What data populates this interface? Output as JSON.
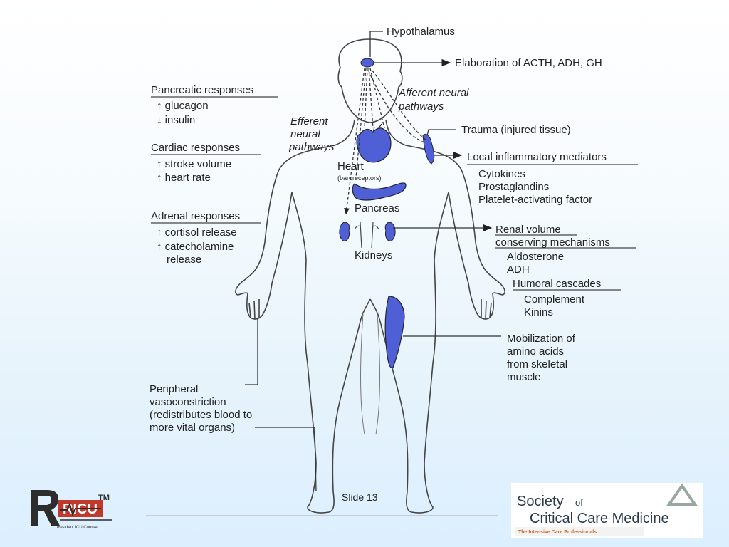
{
  "labels": {
    "hypothalamus": "Hypothalamus",
    "elaboration": "Elaboration of ACTH, ADH, GH",
    "afferent": [
      "Afferent neural",
      "pathways"
    ],
    "efferent": [
      "Efferent",
      "neural",
      "pathways"
    ],
    "trauma": "Trauma (injured tissue)",
    "local_inflammatory": "Local inflammatory mediators",
    "local_items": [
      "Cytokines",
      "Prostaglandins",
      "Platelet-activating factor"
    ],
    "heart": "Heart",
    "baroreceptors": "(baroreceptors)",
    "pancreas": "Pancreas",
    "kidneys": "Kidneys",
    "renal": [
      "Renal volume",
      "conserving mechanisms"
    ],
    "renal_items": [
      "Aldosterone",
      "ADH"
    ],
    "humoral": "Humoral cascades",
    "humoral_items": [
      "Complement",
      "Kinins"
    ],
    "mobilization": [
      "Mobilization of",
      "amino acids",
      "from skeletal",
      "muscle"
    ],
    "pancreatic_heading": "Pancreatic responses",
    "pancreatic_items": [
      "↑ glucagon",
      "↓ insulin"
    ],
    "cardiac_heading": "Cardiac responses",
    "cardiac_items": [
      "↑ stroke volume",
      "↑ heart rate"
    ],
    "adrenal_heading": "Adrenal responses",
    "adrenal_items": [
      "↑ cortisol release",
      "↑ catecholamine",
      "release"
    ],
    "peripheral": [
      "Peripheral",
      "vasoconstriction",
      "(redistributes blood to",
      "more vital organs)"
    ]
  },
  "footer": {
    "slide": "Slide 13",
    "ricu_main": "RICU",
    "ricu_tm": "TM",
    "ricu_sub": "Resident ICU Course",
    "sccm_society": "Society",
    "sccm_of": "of",
    "sccm_title": "Critical Care Medicine",
    "sccm_tagline": "The Intensive Care Professionals"
  },
  "colors": {
    "organ_fill": "#4f5fd6",
    "outline": "#444444",
    "accent_red": "#c0392b",
    "accent_orange": "#d4661d"
  }
}
